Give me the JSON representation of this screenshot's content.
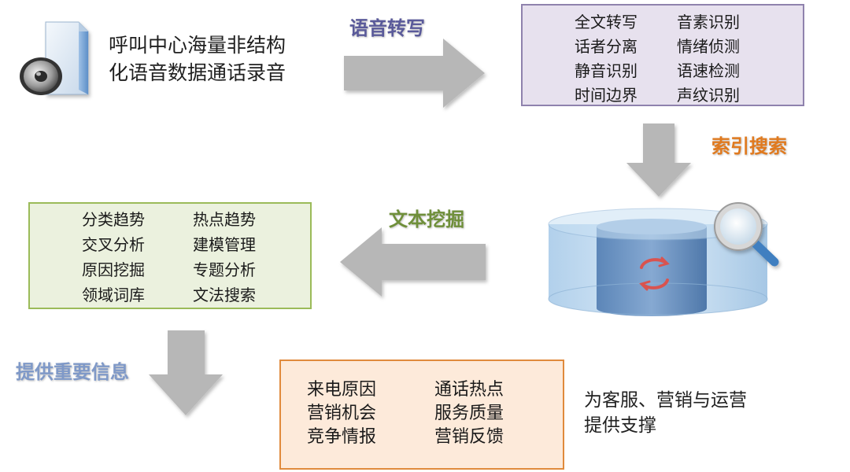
{
  "source": {
    "line1": "呼叫中心海量非结构",
    "line2": "化语音数据通话录音"
  },
  "steps": {
    "transcribe": "语音转写",
    "index_search": "索引搜索",
    "text_mining": "文本挖掘",
    "provide_info": "提供重要信息"
  },
  "transcribe_box": {
    "items": [
      "全文转写",
      "话者分离",
      "静音识别",
      "时间边界",
      "音素识别",
      "情绪侦测",
      "语速检测",
      "声纹识别"
    ]
  },
  "mining_box": {
    "items": [
      "分类趋势",
      "交叉分析",
      "原因挖掘",
      "领域词库",
      "热点趋势",
      "建模管理",
      "专题分析",
      "文法搜索"
    ]
  },
  "output_box": {
    "items": [
      "来电原因",
      "营销机会",
      "竞争情报",
      "通话热点",
      "服务质量",
      "营销反馈"
    ]
  },
  "support": {
    "line1": "为客服、营销与运营",
    "line2": "提供支撑"
  },
  "icons": {
    "source": "audio-file-speaker-icon",
    "database": "database-cylinder-icon",
    "search": "magnifier-icon",
    "refresh": "refresh-cycle-icon"
  },
  "colors": {
    "arrow": "#b7b7b7",
    "transcribe_border": "#8f82ad",
    "mining_border": "#9bbb59",
    "output_border": "#e08a3c",
    "database": "#7da4cf"
  }
}
